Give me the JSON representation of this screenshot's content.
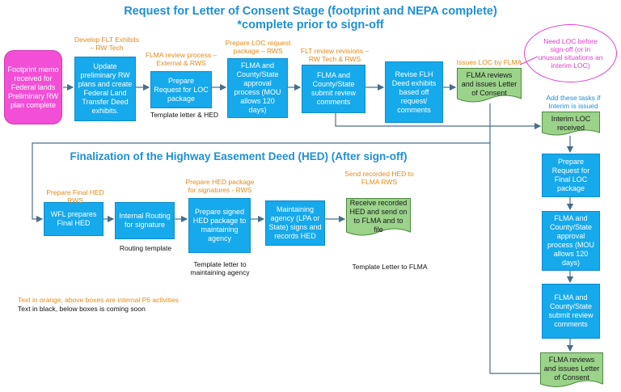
{
  "title": {
    "line1": "Request for Letter of Consent Stage (footprint and NEPA complete)",
    "line2": "*complete prior to sign-off"
  },
  "section2_title": "Finalization of the Highway Easement Deed (HED) (After sign-off)",
  "nodes": {
    "footprint_memo": "Footprint memo received for Federal lands Preliminary RW plan complete",
    "update_plans": "Update preliminary RW plans and create Federal Land Transfer Deed exhibits.",
    "prepare_request_loc": "Prepare Request for LOC package",
    "flma_county_approval": "FLMA and County/State approval process (MOU allows 120 days)",
    "flma_county_submit": "FLMA and County/State submit review comments",
    "revise_flh_deed": "Revise FLH Deed exhibits based off request/ comments",
    "flma_reviews_loc": "FLMA reviews and issues Letter of Consent",
    "need_loc": "Need LOC before sign-off (or in unusual situations an interim LOC)",
    "interim_loc": "Interim LOC received",
    "prepare_final_loc": "Prepare Request for Final LOC package",
    "flma_state_approval": "FLMA and County/State approval process (MOU allows 120 days)",
    "flma_state_submit": "FLMA and County/State submit review comments",
    "flma_reviews_final": "FLMA reviews and issues Letter of Consent",
    "wfl_prepares": "WFL prepares Final HED",
    "internal_routing": "Internal Routing for signature",
    "prepare_signed_hed": "Prepare signed HED package to maintaining agency",
    "maintaining_agency": "Maintaining agency (LPA or State) signs and records HED",
    "receive_recorded": "Receive recorded HED and send on to FLMA and to file"
  },
  "orange_labels": {
    "develop_flt": "Develop FLT Exhibits – RW Tech",
    "flma_review_process": "FLMA review process – External & RWS",
    "prepare_loc_request": "Prepare LOC request package – RWS",
    "flt_review_revisions": "FLT review revisions – RW Tech & RWS",
    "issues_loc": "Issues LOC by FLMA",
    "prepare_final_hed": "Prepare Final HED RWS",
    "prepare_hed_package": "Prepare HED package for signatures - RWS",
    "send_recorded": "Send recorded HED to FLMA RWS"
  },
  "black_labels": {
    "template_letter_hed": "Template letter & HED",
    "routing_template": "Routing template",
    "template_maintaining": "Template letter to maintaining agency",
    "template_flma": "Template Letter to FLMA"
  },
  "blue_label": "Add these tasks if Interim is issued",
  "legend": {
    "orange": "Text in orange, above boxes are internal P6 activities",
    "black": "Text in black, below boxes is coming soon"
  },
  "colors": {
    "box_blue": "#16a9ec",
    "doc_green": "#9bd38b",
    "memo_pink": "#f24fd6",
    "orange_text": "#e48a1b",
    "title_blue": "#1f8fd6"
  }
}
